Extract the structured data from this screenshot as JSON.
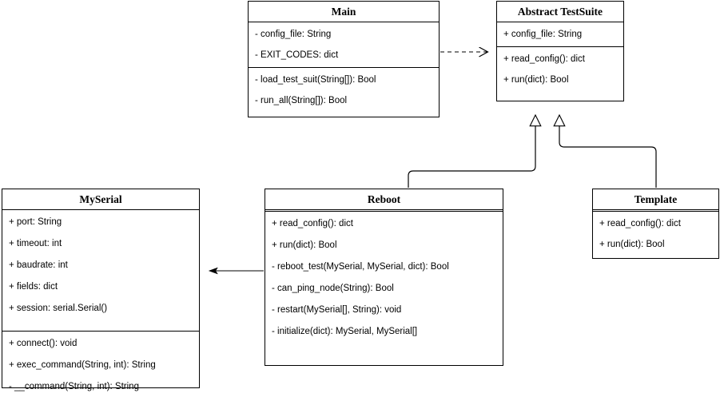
{
  "diagram": {
    "type": "uml-class-diagram",
    "title": "",
    "background_color": "#ffffff",
    "line_color": "#000000",
    "text_color": "#000000"
  },
  "classes": [
    {
      "id": "main",
      "name": "Main",
      "attributes": [
        "- config_file: String",
        "- EXIT_CODES: dict"
      ],
      "methods": [
        "- load_test_suit(String[]): Bool",
        "- run_all(String[]): Bool"
      ]
    },
    {
      "id": "testsuite",
      "name": "Abstract TestSuite",
      "attributes": [
        "+ config_file: String"
      ],
      "methods": [
        "+ read_config(): dict",
        "+ run(dict): Bool"
      ]
    },
    {
      "id": "myserial",
      "name": "MySerial",
      "attributes": [
        "+ port: String",
        "+ timeout: int",
        "+ baudrate: int",
        "+ fields: dict",
        "+ session: serial.Serial()"
      ],
      "methods": [
        "+ connect(): void",
        "+ exec_command(String, int): String",
        "- __command(String, int): String"
      ]
    },
    {
      "id": "reboot",
      "name": "Reboot",
      "attributes": [],
      "methods": [
        "+ read_config(): dict",
        "+ run(dict): Bool",
        "- reboot_test(MySerial, MySerial, dict): Bool",
        "- can_ping_node(String): Bool",
        "- restart(MySerial[], String): void",
        "- initialize(dict): MySerial, MySerial[]"
      ]
    },
    {
      "id": "template",
      "name": "Template",
      "attributes": [],
      "methods": [
        "+ read_config(): dict",
        "+ run(dict): Bool"
      ]
    }
  ],
  "relationships": [
    {
      "id": "main-to-testsuite",
      "kind": "dependency",
      "style": "dashed",
      "arrowhead": "open",
      "from": "Main",
      "to": "Abstract TestSuite",
      "label": ""
    },
    {
      "id": "reboot-to-testsuite",
      "kind": "generalization",
      "style": "solid",
      "arrowhead": "hollow-triangle",
      "from": "Reboot",
      "to": "Abstract TestSuite",
      "label": ""
    },
    {
      "id": "template-to-testsuite",
      "kind": "generalization",
      "style": "solid",
      "arrowhead": "hollow-triangle",
      "from": "Template",
      "to": "Abstract TestSuite",
      "label": ""
    },
    {
      "id": "reboot-to-myserial",
      "kind": "association",
      "style": "solid",
      "arrowhead": "filled",
      "from": "Reboot",
      "to": "MySerial",
      "label": ""
    }
  ]
}
